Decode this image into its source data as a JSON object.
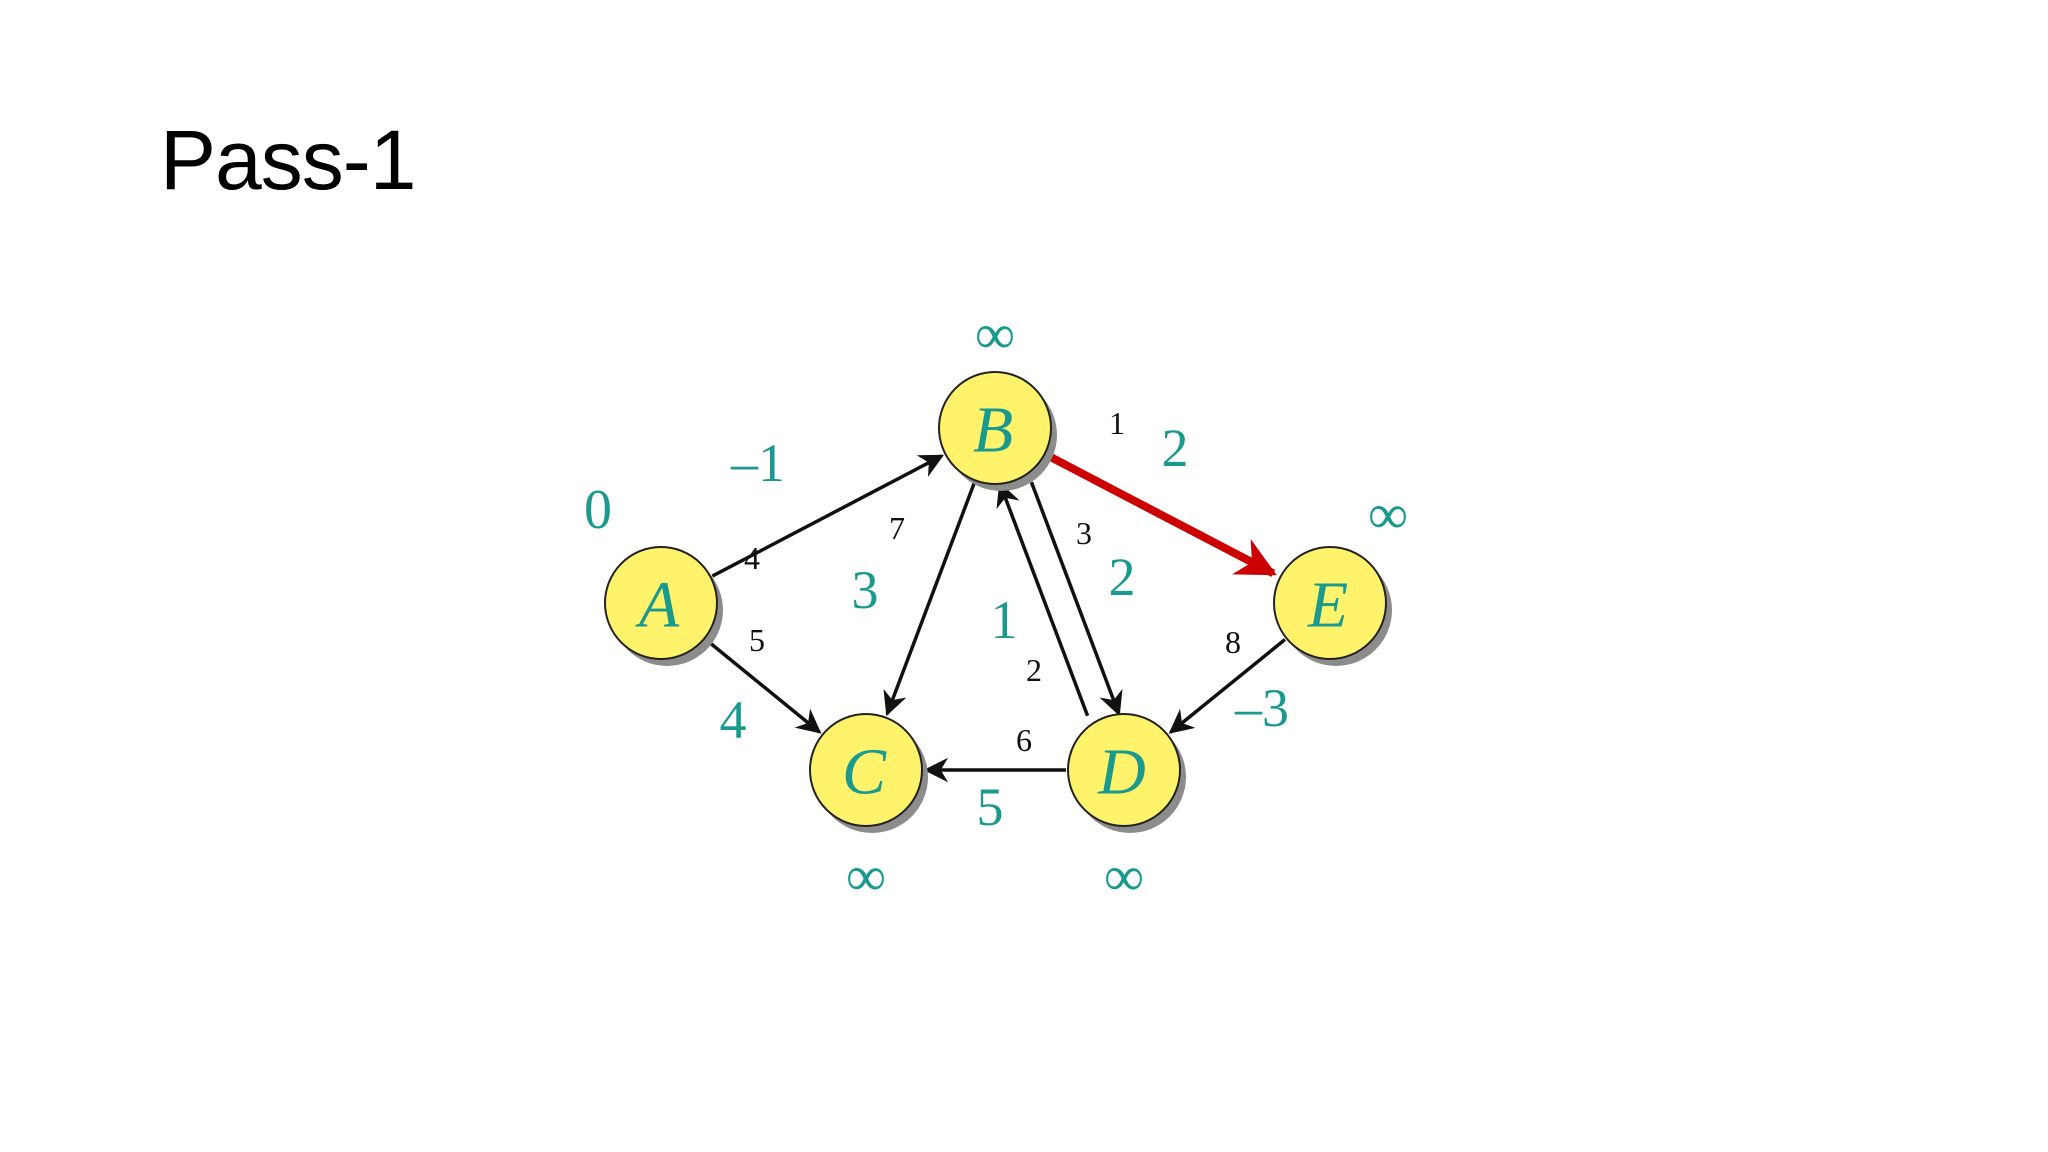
{
  "slide": {
    "title": "Pass-1"
  },
  "colors": {
    "node_fill": "#fff36b",
    "node_stroke": "#222222",
    "node_shadow": "#8c8c8c",
    "text_teal": "#1a9a8e",
    "edge_black": "#111111",
    "edge_highlight": "#cc0000"
  },
  "graph": {
    "nodes": [
      {
        "id": "A",
        "label": "A",
        "distance": "0"
      },
      {
        "id": "B",
        "label": "B",
        "distance": "∞"
      },
      {
        "id": "C",
        "label": "C",
        "distance": "∞"
      },
      {
        "id": "D",
        "label": "D",
        "distance": "∞"
      },
      {
        "id": "E",
        "label": "E",
        "distance": "∞"
      }
    ],
    "edges": [
      {
        "id": "AB",
        "from": "A",
        "to": "B",
        "weight": "–1",
        "order": "4",
        "highlighted": false
      },
      {
        "id": "AC",
        "from": "A",
        "to": "C",
        "weight": "4",
        "order": "5",
        "highlighted": false
      },
      {
        "id": "BC",
        "from": "B",
        "to": "C",
        "weight": "3",
        "order": "7",
        "highlighted": false
      },
      {
        "id": "BD",
        "from": "B",
        "to": "D",
        "weight": "2",
        "order": "3",
        "highlighted": false
      },
      {
        "id": "DB",
        "from": "D",
        "to": "B",
        "weight": "1",
        "order": "2",
        "highlighted": false
      },
      {
        "id": "BE",
        "from": "B",
        "to": "E",
        "weight": "2",
        "order": "1",
        "highlighted": true
      },
      {
        "id": "ED",
        "from": "E",
        "to": "D",
        "weight": "–3",
        "order": "8",
        "highlighted": false
      },
      {
        "id": "DC",
        "from": "D",
        "to": "C",
        "weight": "5",
        "order": "6",
        "highlighted": false
      }
    ]
  }
}
